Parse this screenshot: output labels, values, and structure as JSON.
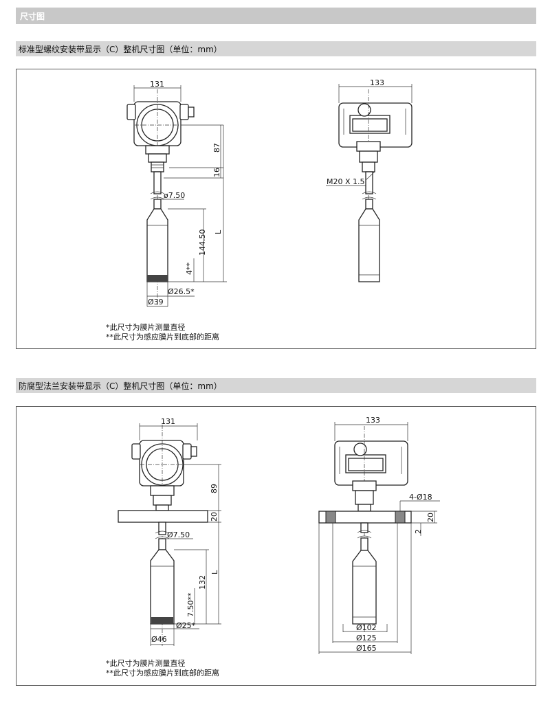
{
  "header": {
    "title": "尺寸图"
  },
  "section1": {
    "title": "标准型螺纹安装带显示（C）整机尺寸图（单位：mm）",
    "dims": {
      "width_front": "131",
      "width_side": "133",
      "head_height": "87",
      "neck_height": "16",
      "cable_dia": "7.50",
      "length": "L",
      "probe_length": "144.50",
      "bottom_gap": "4**",
      "membrane_dia": "26.5*",
      "probe_dia": "39",
      "thread": "M20 X 1.5"
    },
    "notes": [
      "*此尺寸为膜片测量直径",
      "**此尺寸为感应膜片到底部的距离"
    ]
  },
  "section2": {
    "title": "防腐型法兰安装带显示（C）整机尺寸图（单位：mm）",
    "dims": {
      "width_front": "131",
      "width_side": "133",
      "head_height": "89",
      "flange_thickness": "20",
      "cable_dia": "7.50",
      "length": "L",
      "probe_length": "132",
      "bottom_gap": "7.50**",
      "membrane_dia": "25*",
      "probe_dia": "46",
      "holes": "4-Ø18",
      "flange_thk_side": "20",
      "flange_step": "2",
      "dia_102": "102",
      "dia_125": "125",
      "dia_165": "165"
    },
    "notes": [
      "*此尺寸为膜片测量直径",
      "**此尺寸为感应膜片到底部的距离"
    ]
  }
}
